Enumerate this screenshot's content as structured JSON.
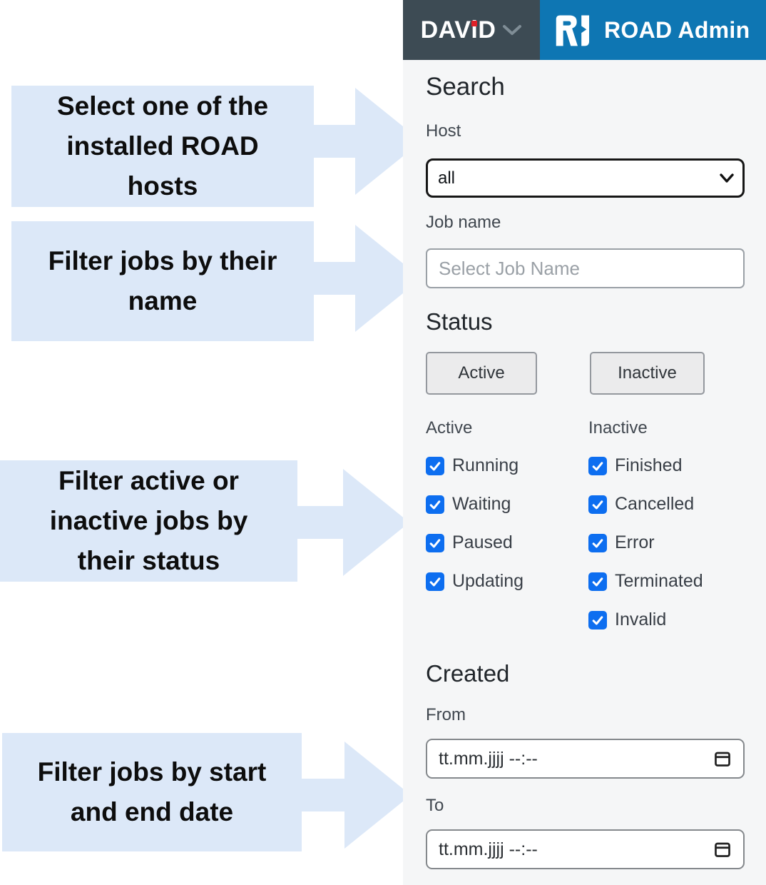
{
  "header": {
    "brand_part1": "DAV",
    "brand_part2": "i",
    "brand_part3": "D",
    "app_title": "ROAD Admin"
  },
  "search": {
    "title": "Search",
    "host_label": "Host",
    "host_selected_value": "all",
    "job_name_label": "Job name",
    "job_name_value": "",
    "job_name_placeholder": "Select Job Name"
  },
  "status": {
    "title": "Status",
    "active_button_label": "Active",
    "inactive_button_label": "Inactive",
    "active_group_label": "Active",
    "inactive_group_label": "Inactive",
    "active_options": [
      {
        "label": "Running",
        "checked": true
      },
      {
        "label": "Waiting",
        "checked": true
      },
      {
        "label": "Paused",
        "checked": true
      },
      {
        "label": "Updating",
        "checked": true
      }
    ],
    "inactive_options": [
      {
        "label": "Finished",
        "checked": true
      },
      {
        "label": "Cancelled",
        "checked": true
      },
      {
        "label": "Error",
        "checked": true
      },
      {
        "label": "Terminated",
        "checked": true
      },
      {
        "label": "Invalid",
        "checked": true
      }
    ]
  },
  "created": {
    "title": "Created",
    "from_label": "From",
    "to_label": "To",
    "from_value": "tt.mm.jjjj --:--",
    "to_value": "tt.mm.jjjj --:--"
  },
  "annotations": [
    {
      "text": "Select one of the\ninstalled ROAD\nhosts"
    },
    {
      "text": "Filter jobs by their\nname"
    },
    {
      "text": "Filter active or\ninactive jobs by\ntheir status"
    },
    {
      "text": "Filter jobs by start\nand end date"
    }
  ],
  "colors": {
    "callout_blue": "#dce8f8",
    "header_dark": "#3d4b54",
    "header_blue": "#0e76b3",
    "checkbox_blue": "#0d6ef0",
    "brand_dot_red": "#e02128",
    "panel_bg": "#f5f6f7"
  }
}
